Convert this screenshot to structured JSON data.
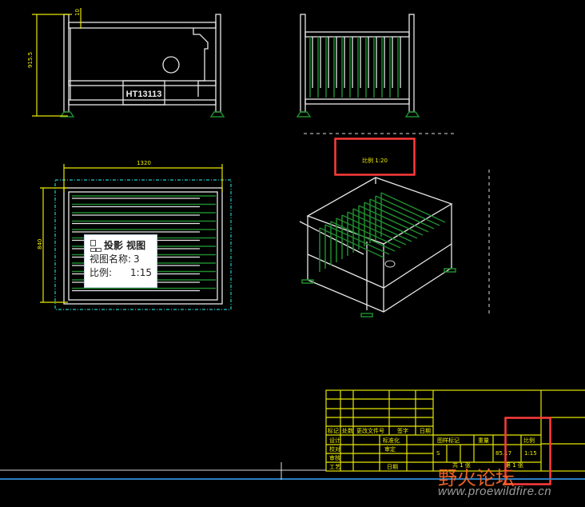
{
  "drawing": {
    "front_view": {
      "plate_label": "HT13113",
      "dim_height": "915.5",
      "dim_top": "10"
    },
    "top_view": {
      "dim_width": "1320",
      "dim_height": "840"
    },
    "iso_view": {
      "scale_label": "比例 1:20"
    }
  },
  "tooltip": {
    "title": "投影 视图",
    "name_label": "视图名称:",
    "name_value": "3",
    "scale_label": "比例:",
    "scale_value": "1:15"
  },
  "title_block": {
    "headers": [
      "标记",
      "处数",
      "更改文件号",
      "签字",
      "日期"
    ],
    "rows": [
      {
        "label": "设计",
        "mid": "标准化"
      },
      {
        "label": "校对",
        "mid": "审定"
      },
      {
        "label": "审核",
        "mid": ""
      },
      {
        "label": "工艺",
        "mid": "日期"
      }
    ],
    "info_headers": [
      "图样标记",
      "重量",
      "比例"
    ],
    "mark_value": "S",
    "weight_value": "85.17",
    "scale_value": "1:15",
    "sheets": "共 1 张",
    "sheet_no": "第 1 张"
  },
  "colors": {
    "highlight": "#ff3b3b",
    "dimension": "#e6e600",
    "part": "#1e8a2e"
  },
  "watermark": {
    "logo_text": "野火论坛",
    "url": "www.proewildfire.cn"
  }
}
